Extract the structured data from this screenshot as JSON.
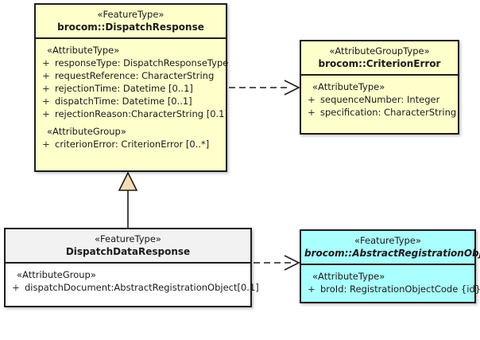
{
  "diagram": {
    "type": "uml-class-diagram",
    "background": "#ffffff",
    "colors": {
      "yellow_fill": "#ffffcc",
      "cyan_fill": "#aaffff",
      "white_fill": "#ffffff",
      "gray_header": "#f2f2f2",
      "border": "#1d1d1d",
      "generalization_triangle": "#f5dcb4"
    }
  },
  "classes": {
    "dispatch_response": {
      "stereotype": "«FeatureType»",
      "name": "brocom::DispatchResponse",
      "compartments": [
        {
          "stereotype": "«AttributeType»",
          "attributes": [
            {
              "visibility": "+",
              "text": "responseType: DispatchResponseType"
            },
            {
              "visibility": "+",
              "text": "requestReference: CharacterString"
            },
            {
              "visibility": "+",
              "text": "rejectionTime: Datetime [0..1]"
            },
            {
              "visibility": "+",
              "text": "dispatchTime: Datetime [0..1]"
            },
            {
              "visibility": "+",
              "text": "rejectionReason:CharacterString [0.1]"
            }
          ]
        },
        {
          "stereotype": "«AttributeGroup»",
          "attributes": [
            {
              "visibility": "+",
              "text": "criterionError: CriterionError [0..*]"
            }
          ]
        }
      ]
    },
    "criterion_error": {
      "stereotype": "«AttributeGroupType»",
      "name": "brocom::CriterionError",
      "compartments": [
        {
          "stereotype": "«AttributeType»",
          "attributes": [
            {
              "visibility": "+",
              "text": "sequenceNumber: Integer"
            },
            {
              "visibility": "+",
              "text": "specification: CharacterString"
            }
          ]
        }
      ]
    },
    "dispatch_data_response": {
      "stereotype": "«FeatureType»",
      "name": "DispatchDataResponse",
      "compartments": [
        {
          "stereotype": "«AttributeGroup»",
          "attributes": [
            {
              "visibility": "+",
              "text": "dispatchDocument:AbstractRegistrationObject[0.1]"
            }
          ]
        }
      ]
    },
    "abstract_registration_object": {
      "stereotype": "«FeatureType»",
      "name": "brocom::AbstractRegistrationObject",
      "abstract": true,
      "compartments": [
        {
          "stereotype": "«AttributeType»",
          "attributes": [
            {
              "visibility": "+",
              "text": "broId: RegistrationObjectCode {id}"
            }
          ]
        }
      ]
    }
  },
  "relationships": [
    {
      "kind": "dependency",
      "style": "dashed-open-arrow",
      "from": "brocom::DispatchResponse",
      "to": "brocom::CriterionError"
    },
    {
      "kind": "generalization",
      "style": "solid-hollow-triangle",
      "from": "DispatchDataResponse",
      "to": "brocom::DispatchResponse"
    },
    {
      "kind": "dependency",
      "style": "dashed-open-arrow",
      "from": "DispatchDataResponse",
      "to": "brocom::AbstractRegistrationObject"
    }
  ]
}
